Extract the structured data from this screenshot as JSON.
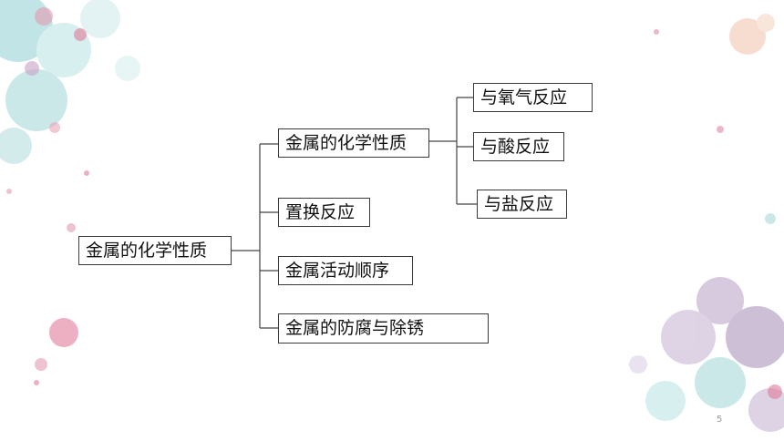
{
  "diagram": {
    "root": "金属的化学性质",
    "branches": [
      {
        "label": "金属的化学性质",
        "children": [
          "与氧气反应",
          "与酸反应",
          "与盐反应"
        ]
      },
      {
        "label": "置换反应"
      },
      {
        "label": "金属活动顺序"
      },
      {
        "label": "金属的防腐与除锈"
      }
    ]
  },
  "page_number": "5",
  "colors": {
    "line": "#444444",
    "border": "#3a3a3a",
    "decor_teal": "#7fc7c9",
    "decor_pink": "#e0859f",
    "decor_purple": "#a58bb5"
  }
}
